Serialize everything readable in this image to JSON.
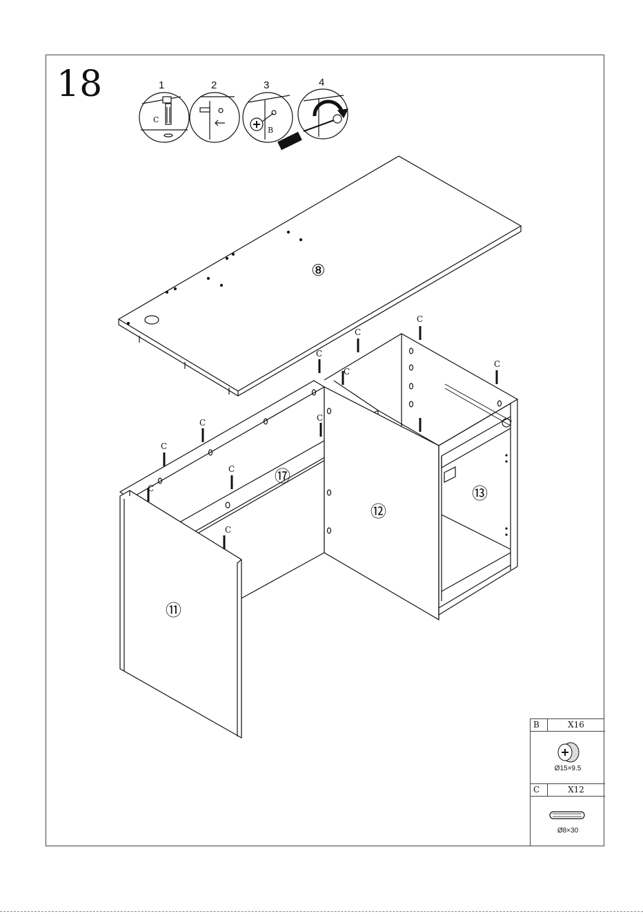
{
  "step": {
    "number": "18"
  },
  "substeps": [
    "1",
    "2",
    "3",
    "4"
  ],
  "substep_letters": {
    "step1": "C",
    "step3": "B"
  },
  "parts": {
    "top": "⑧",
    "left_side": "⑪",
    "middle_panel": "⑫",
    "drawer_unit": "⑬",
    "back_rail": "⑰"
  },
  "dowel_label": "C",
  "legend": {
    "rows": [
      {
        "code": "B",
        "qty": "X16",
        "dim": "Ø15×9.5",
        "icon": "cam-lock-icon"
      },
      {
        "code": "C",
        "qty": "X12",
        "dim": "Ø8×30",
        "icon": "wood-dowel-icon"
      }
    ]
  }
}
